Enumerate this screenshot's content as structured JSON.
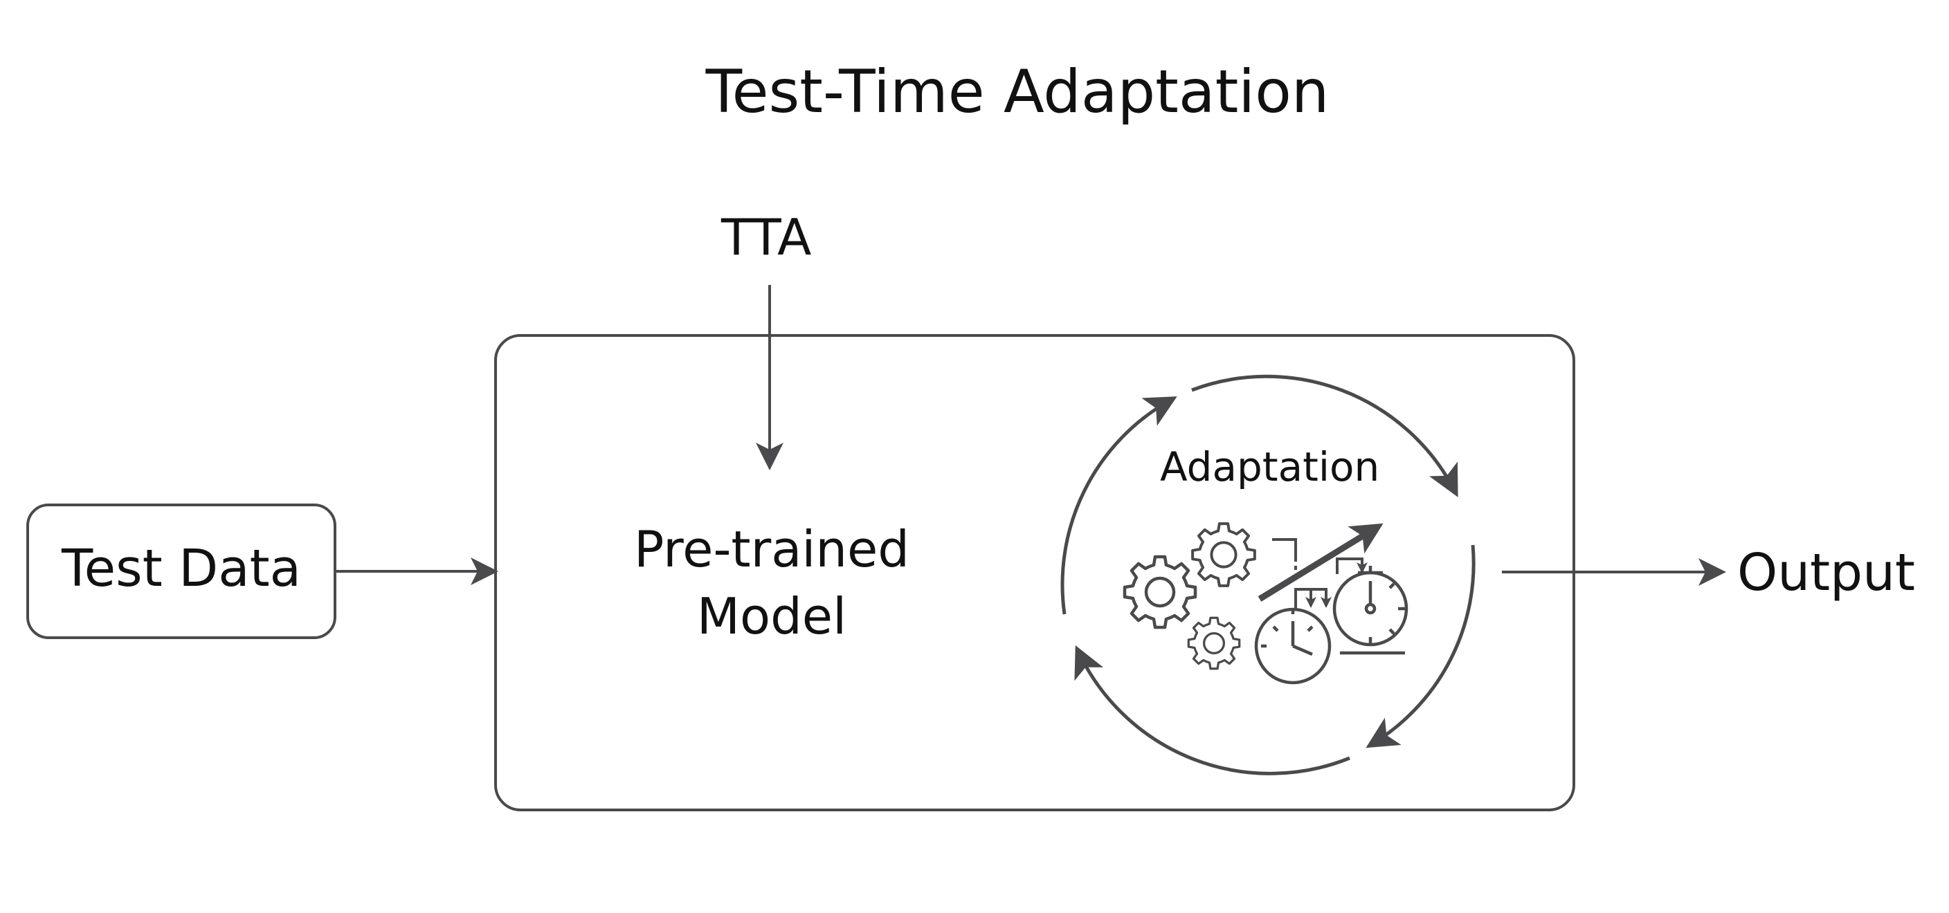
{
  "diagram": {
    "title": "Test-Time Adaptation",
    "tta_label": "TTA",
    "input_label": "Test Data",
    "model_label_line1": "Pre-trained",
    "model_label_line2": "Model",
    "adaptation_label": "Adaptation",
    "output_label": "Output"
  },
  "colors": {
    "stroke": "#4a4a4c",
    "text": "#111111",
    "background": "#ffffff"
  },
  "icons": [
    "gear-icon",
    "trend-arrow-icon",
    "stopwatch-icon",
    "cycle-arrows-icon"
  ]
}
